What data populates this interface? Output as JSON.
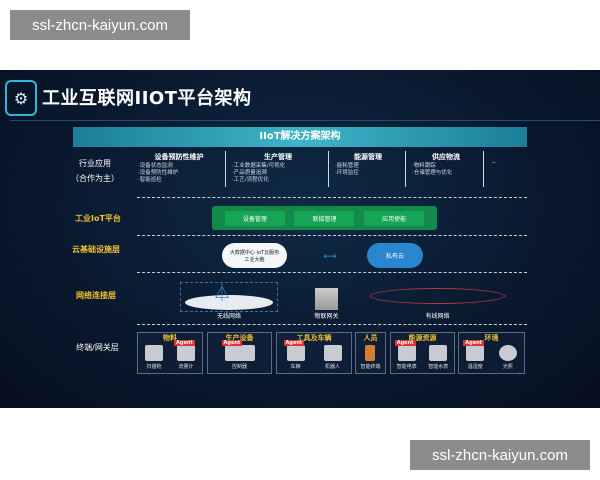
{
  "watermarks": [
    "ssl-zhcn-kaiyun.com",
    "ssl-zhcn-kaiyun.com"
  ],
  "slide": {
    "title": "工业互联网IIOT平台架构",
    "header": "IIoT解决方案架构",
    "layers": {
      "app": "行业应用",
      "app_sub": "（合作为主）",
      "platform": "工业IoT平台",
      "cloud": "云基础设施层",
      "network": "网络连接层",
      "terminal": "终端/网关层"
    },
    "app_columns": [
      {
        "title": "设备预防性维护",
        "items": [
          "设备状态监测",
          "设备预防性维护",
          "智能巡检"
        ]
      },
      {
        "title": "生产管理",
        "items": [
          "工业数据采集/可视化",
          "产品质量追溯",
          "工艺/流程优化"
        ]
      },
      {
        "title": "能源管理",
        "items": [
          "能耗管理",
          "环境监控"
        ]
      },
      {
        "title": "供应物流",
        "items": [
          "物料跟踪",
          "仓储管理与优化"
        ]
      }
    ],
    "more": "–",
    "platform_buttons": [
      "设备管理",
      "联接管理",
      "应用使能"
    ],
    "cloud": {
      "public_lines": [
        "大数据中心",
        "IoT云服务",
        "工业大脑"
      ],
      "private": "私有云"
    },
    "network": {
      "wireless": "无线网络",
      "gateway": "物联网关",
      "wired": "有线网络"
    },
    "agent": "Agent",
    "terminal_groups": [
      {
        "title": "物料",
        "devices": [
          "扫描枪",
          "流量计"
        ]
      },
      {
        "title": "生产设备",
        "devices": [
          "控制器"
        ]
      },
      {
        "title": "工具及车辆",
        "devices": [
          "车辆",
          "机器人"
        ]
      },
      {
        "title": "人员",
        "devices": [
          "智能终端"
        ]
      },
      {
        "title": "能源资源",
        "devices": [
          "智能电表",
          "智能水表"
        ]
      },
      {
        "title": "环境",
        "devices": [
          "温湿度",
          "光照"
        ]
      }
    ]
  }
}
